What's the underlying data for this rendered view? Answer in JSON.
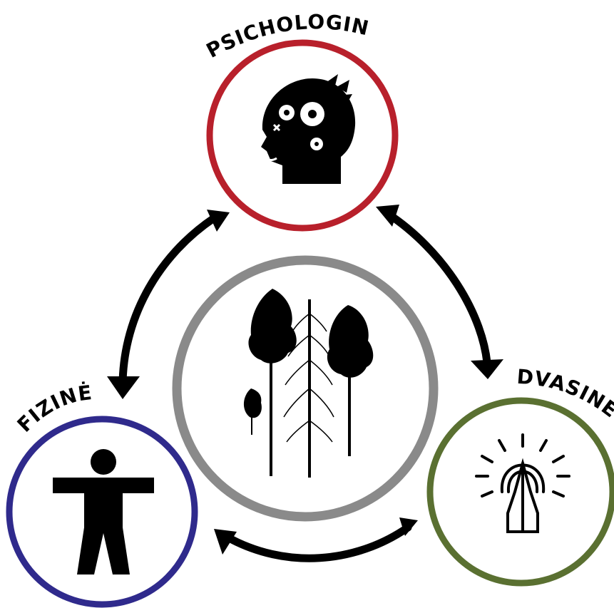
{
  "labels": {
    "psychological": "PSICHOLOGINĖ",
    "spiritual": "DVASINĖ",
    "physical": "FIZINĖ"
  },
  "colors": {
    "psychological": "#b8202b",
    "spiritual": "#5a7031",
    "physical": "#2f2a8c",
    "center": "#8a8a8a",
    "arrows": "#000000"
  },
  "icons": {
    "psychological": "head-gears-icon",
    "spiritual": "praying-hands-icon",
    "physical": "human-figure-icon",
    "center": "pine-trees-icon"
  }
}
